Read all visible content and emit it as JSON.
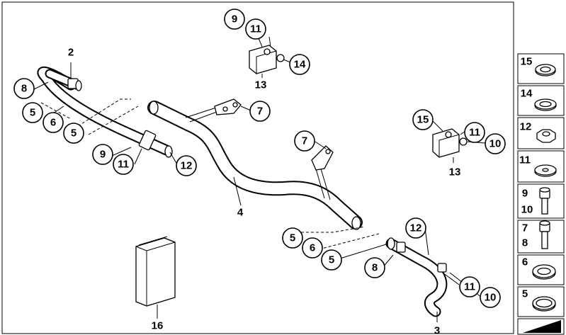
{
  "callouts": {
    "c9_top": "9",
    "c11_top": "11",
    "c14": "14",
    "c13_top": "13",
    "c2": "2",
    "c8_left": "8",
    "c5_left_a": "5",
    "c6_left": "6",
    "c5_left_b": "5",
    "c7_top": "7",
    "c9_left": "9",
    "c11_left": "11",
    "c12_left": "12",
    "c15_mid": "15",
    "c11_mid": "11",
    "c10_mid": "10",
    "c13_mid": "13",
    "c7_mid": "7",
    "c4": "4",
    "c5_bot_a": "5",
    "c6_bot": "6",
    "c5_bot_b": "5",
    "c12_bot": "12",
    "c8_bot": "8",
    "c11_bot": "11",
    "c10_bot": "10",
    "c3": "3",
    "c16": "16"
  },
  "sidebar": {
    "p15": "15",
    "p14": "14",
    "p12": "12",
    "p11": "11",
    "p9": "9",
    "p10": "10",
    "p7": "7",
    "p8": "8",
    "p6": "6",
    "p5": "5"
  }
}
